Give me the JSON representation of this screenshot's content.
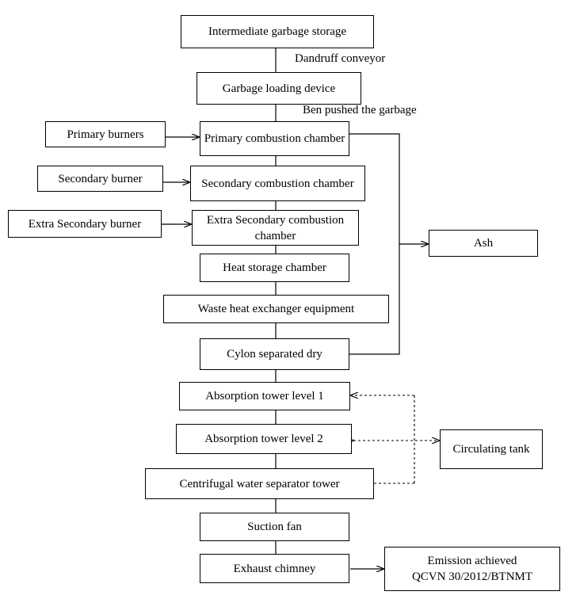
{
  "nodes": {
    "intermediate_storage": "Intermediate garbage storage",
    "garbage_loading": "Garbage loading device",
    "primary_chamber": "Primary combustion chamber",
    "secondary_chamber": "Secondary combustion chamber",
    "extra_secondary_chamber": "Extra Secondary combustion chamber",
    "heat_storage": "Heat storage chamber",
    "waste_heat_exchanger": "Waste heat exchanger equipment",
    "cylon_separated": "Cylon separated dry",
    "absorption_1": "Absorption tower level 1",
    "absorption_2": "Absorption tower level 2",
    "centrifugal_separator": "Centrifugal water separator tower",
    "suction_fan": "Suction fan",
    "exhaust_chimney": "Exhaust chimney",
    "primary_burners": "Primary burners",
    "secondary_burner": "Secondary burner",
    "extra_secondary_burner": "Extra Secondary burner",
    "ash": "Ash",
    "circulating_tank": "Circulating tank",
    "emission_line1": "Emission achieved",
    "emission_line2": "QCVN 30/2012/BTNMT"
  },
  "edge_labels": {
    "dandruff_conveyor": "Dandruff conveyor",
    "ben_pushed": "Ben pushed the garbage"
  }
}
